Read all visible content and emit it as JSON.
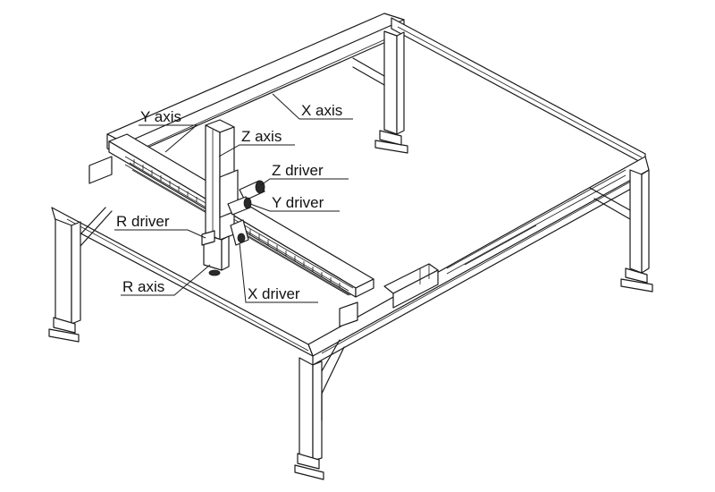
{
  "labels": {
    "y_axis": "Y axis",
    "x_axis": "X axis",
    "z_axis": "Z axis",
    "z_driver": "Z driver",
    "y_driver": "Y driver",
    "r_driver": "R driver",
    "r_axis": "R axis",
    "x_driver": "X driver"
  }
}
